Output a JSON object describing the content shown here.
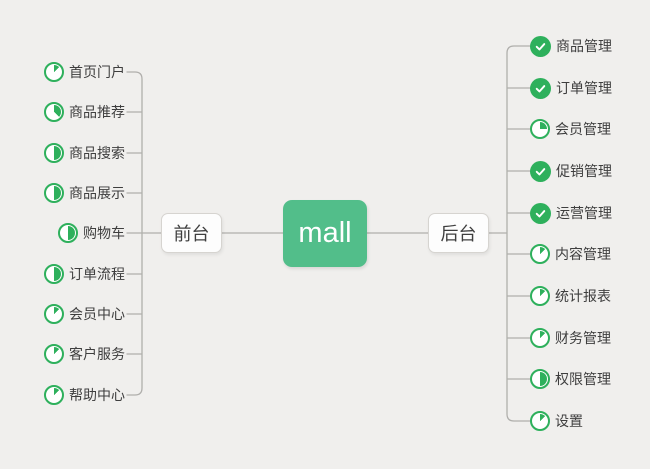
{
  "diagram": {
    "background": "#f0efed",
    "connector_color": "#b0afac",
    "text_color": "#3e3e3e",
    "icon_green": "#2eb05c",
    "root": {
      "label": "mall",
      "bg_color": "#52be8a",
      "text_color": "#ffffff"
    },
    "left_branch": {
      "label": "前台",
      "items": [
        {
          "label": "首页门户",
          "icon": "pie",
          "percent": 12.5
        },
        {
          "label": "商品推荐",
          "icon": "pie",
          "percent": 37.5
        },
        {
          "label": "商品搜索",
          "icon": "pie",
          "percent": 50
        },
        {
          "label": "商品展示",
          "icon": "pie",
          "percent": 50
        },
        {
          "label": "购物车",
          "icon": "pie",
          "percent": 50
        },
        {
          "label": "订单流程",
          "icon": "pie",
          "percent": 50
        },
        {
          "label": "会员中心",
          "icon": "pie",
          "percent": 12.5
        },
        {
          "label": "客户服务",
          "icon": "pie",
          "percent": 12.5
        },
        {
          "label": "帮助中心",
          "icon": "pie",
          "percent": 12.5
        }
      ]
    },
    "right_branch": {
      "label": "后台",
      "items": [
        {
          "label": "商品管理",
          "icon": "check"
        },
        {
          "label": "订单管理",
          "icon": "check"
        },
        {
          "label": "会员管理",
          "icon": "pie",
          "percent": 25
        },
        {
          "label": "促销管理",
          "icon": "check"
        },
        {
          "label": "运营管理",
          "icon": "check"
        },
        {
          "label": "内容管理",
          "icon": "pie",
          "percent": 12.5
        },
        {
          "label": "统计报表",
          "icon": "pie",
          "percent": 12.5
        },
        {
          "label": "财务管理",
          "icon": "pie",
          "percent": 12.5
        },
        {
          "label": "权限管理",
          "icon": "pie",
          "percent": 50
        },
        {
          "label": "设置",
          "icon": "pie",
          "percent": 12.5
        }
      ]
    }
  }
}
